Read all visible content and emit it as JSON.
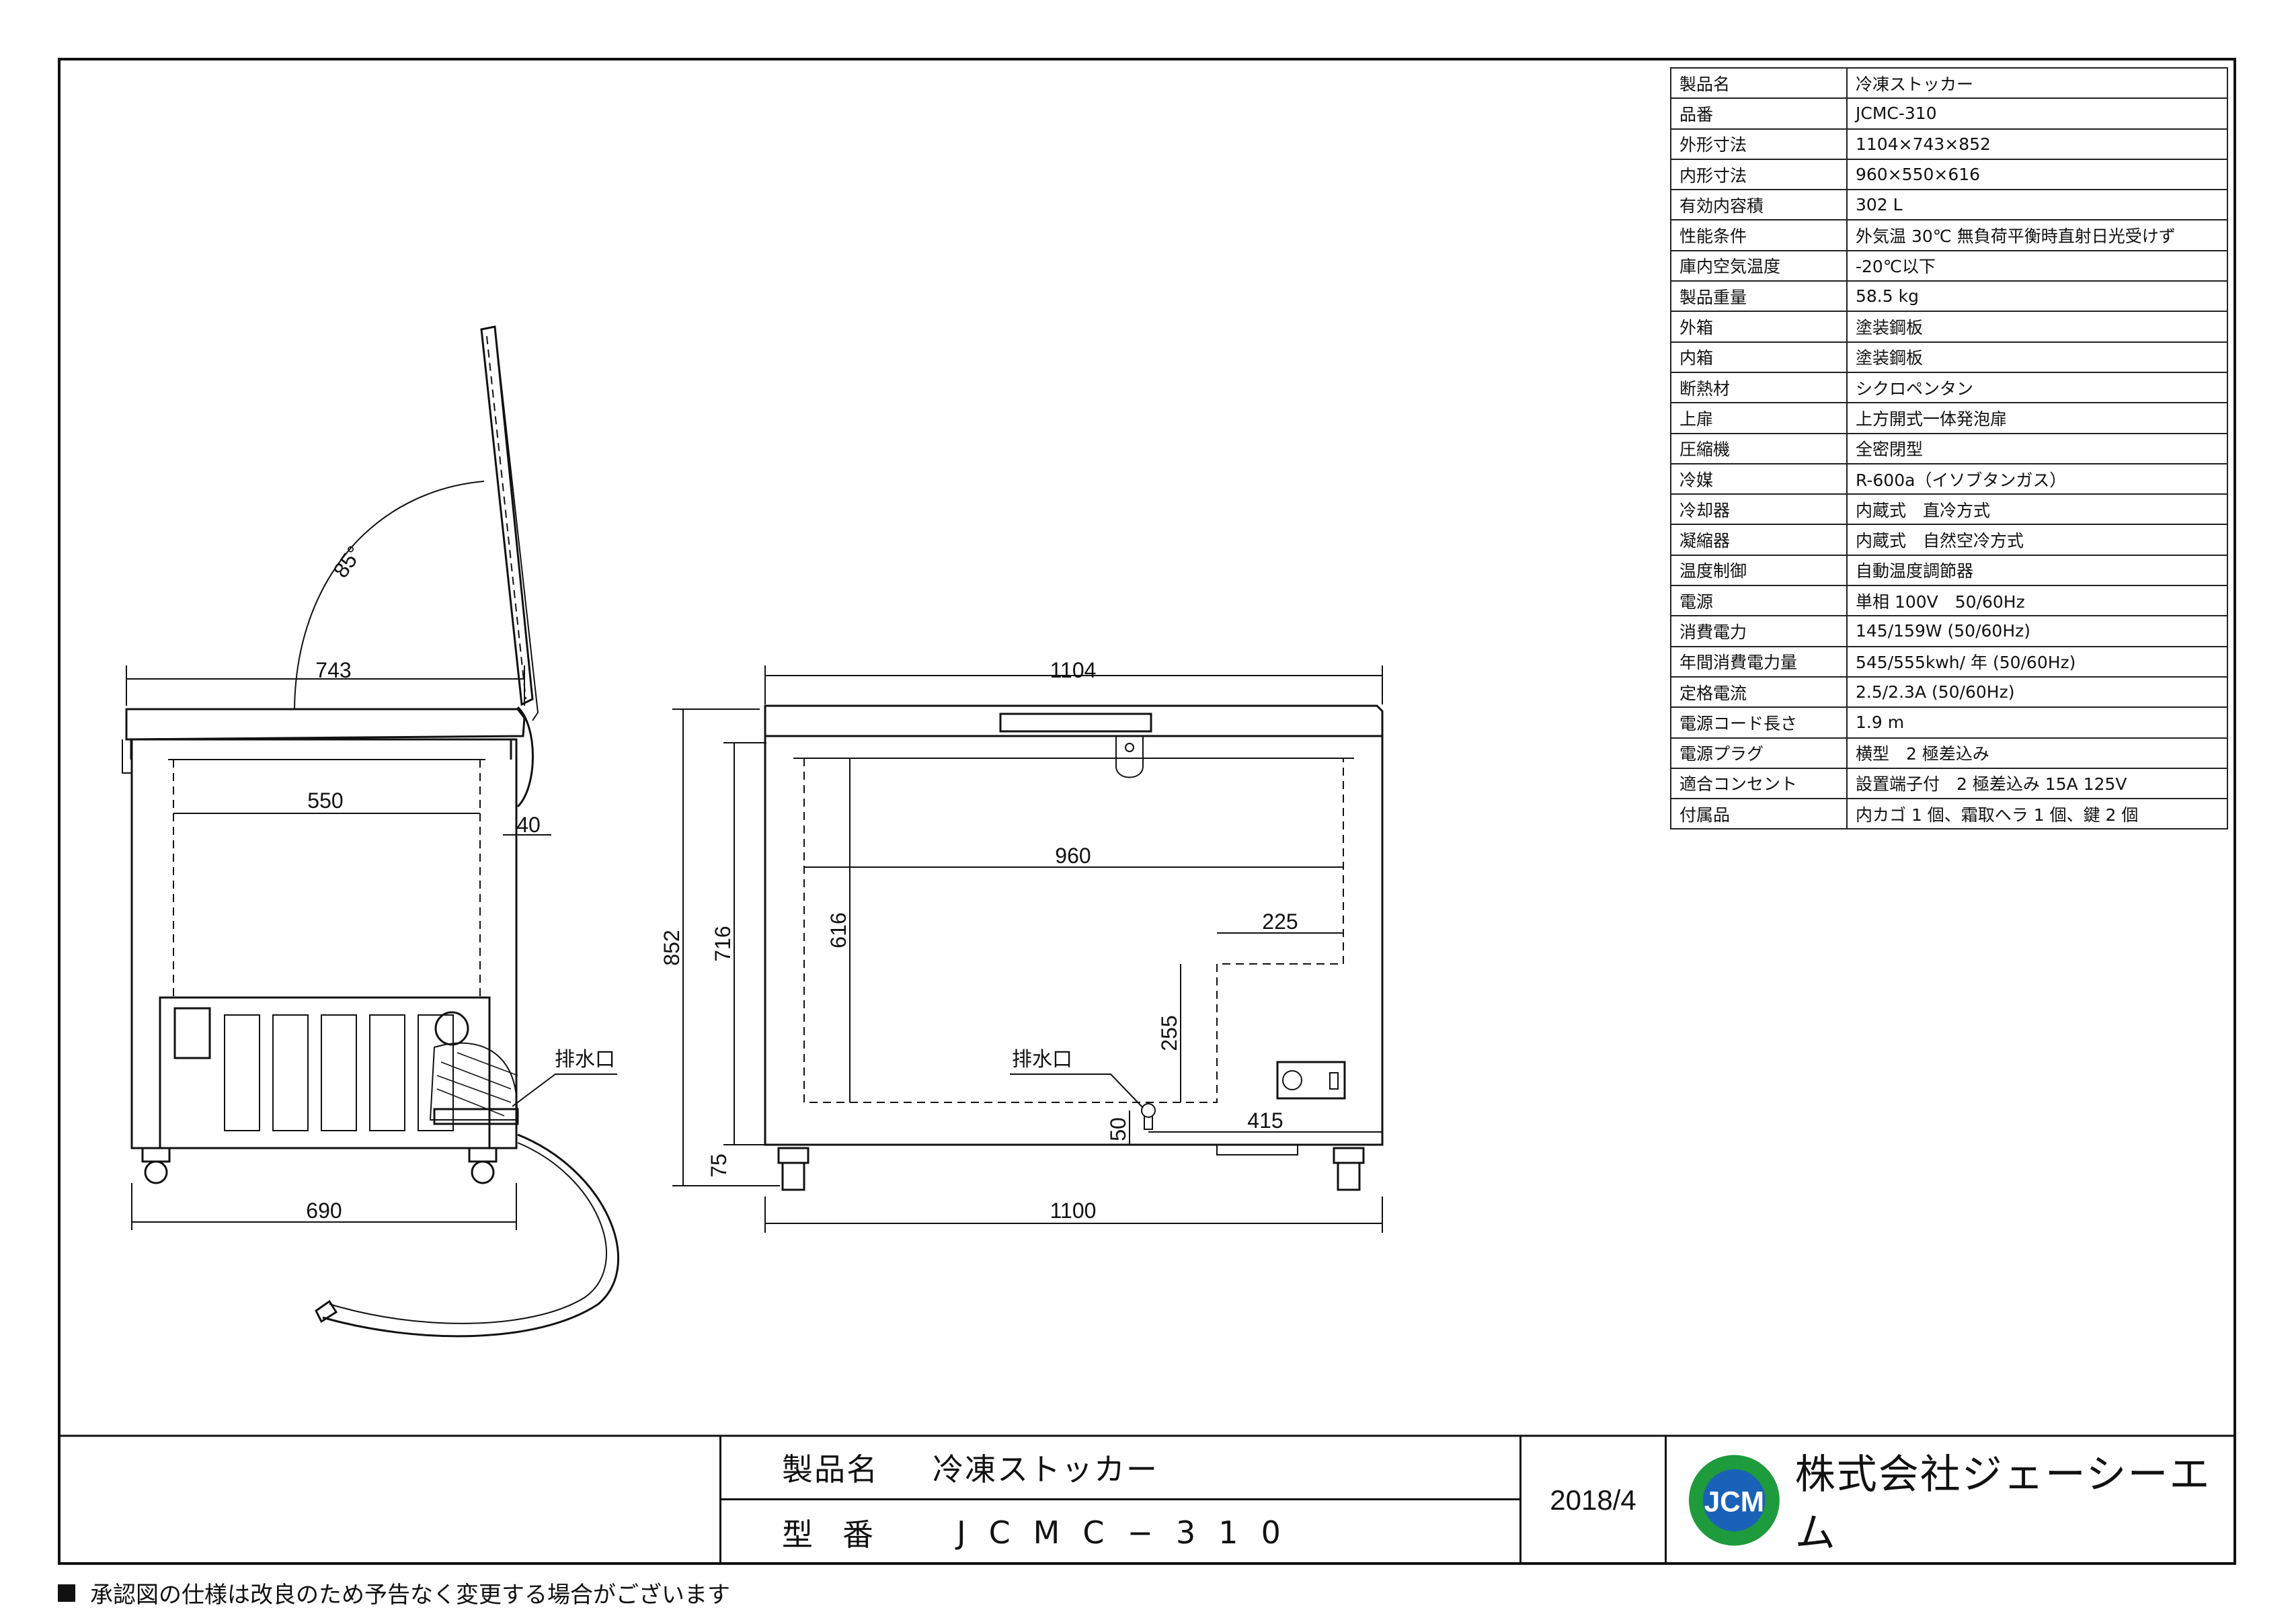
{
  "spec_table": [
    {
      "key": "製品名",
      "value": "冷凍ストッカー"
    },
    {
      "key": "品番",
      "value": "JCMC-310"
    },
    {
      "key": "外形寸法",
      "value": "1104×743×852"
    },
    {
      "key": "内形寸法",
      "value": "960×550×616"
    },
    {
      "key": "有効内容積",
      "value": "302 L"
    },
    {
      "key": "性能条件",
      "value": "外気温 30℃ 無負荷平衡時直射日光受けず"
    },
    {
      "key": "庫内空気温度",
      "value": "-20℃以下"
    },
    {
      "key": "製品重量",
      "value": "58.5 kg"
    },
    {
      "key": "外箱",
      "value": "塗装鋼板"
    },
    {
      "key": "内箱",
      "value": "塗装鋼板"
    },
    {
      "key": "断熱材",
      "value": "シクロペンタン"
    },
    {
      "key": "上扉",
      "value": "上方開式一体発泡扉"
    },
    {
      "key": "圧縮機",
      "value": "全密閉型"
    },
    {
      "key": "冷媒",
      "value": "R-600a（イソブタンガス）"
    },
    {
      "key": "冷却器",
      "value": "内蔵式　直冷方式"
    },
    {
      "key": "凝縮器",
      "value": "内蔵式　自然空冷方式"
    },
    {
      "key": "温度制御",
      "value": "自動温度調節器"
    },
    {
      "key": "電源",
      "value": "単相 100V　50/60Hz"
    },
    {
      "key": "消費電力",
      "value": "145/159W (50/60Hz)"
    },
    {
      "key": "年間消費電力量",
      "value": "545/555kwh/ 年 (50/60Hz)"
    },
    {
      "key": "定格電流",
      "value": "2.5/2.3A (50/60Hz)"
    },
    {
      "key": "電源コード長さ",
      "value": "1.9 m"
    },
    {
      "key": "電源プラグ",
      "value": "横型　2 極差込み"
    },
    {
      "key": "適合コンセント",
      "value": "設置端子付　2 極差込み 15A 125V"
    },
    {
      "key": "付属品",
      "value": "内カゴ 1 個、霜取ヘラ 1 個、鍵 2 個"
    }
  ],
  "side_view": {
    "angle": "85°",
    "depth_outer": "743",
    "depth_inner": "550",
    "lid_offset": "40",
    "base_depth": "690",
    "drain_label": "排水口"
  },
  "front_view": {
    "width_outer": "1104",
    "width_inner": "960",
    "width_base": "1100",
    "height_total": "852",
    "height_body": "716",
    "height_inner": "616",
    "height_caster": "75",
    "step_width": "225",
    "step_height": "255",
    "drain_height": "50",
    "drain_offset": "415",
    "drain_label": "排水口"
  },
  "title_block": {
    "name_label": "製品名",
    "name_value": "冷凍ストッカー",
    "model_label": "型番",
    "model_value": "JCMC−310",
    "date": "2018/4",
    "logo_text": "JCM",
    "company": "株式会社ジェーシーエム",
    "logo_colors": {
      "ring": "#1e9b3c",
      "center": "#1a62b8",
      "text": "#ffffff"
    }
  },
  "note": "承認図の仕様は改良のため予告なく変更する場合がございます"
}
